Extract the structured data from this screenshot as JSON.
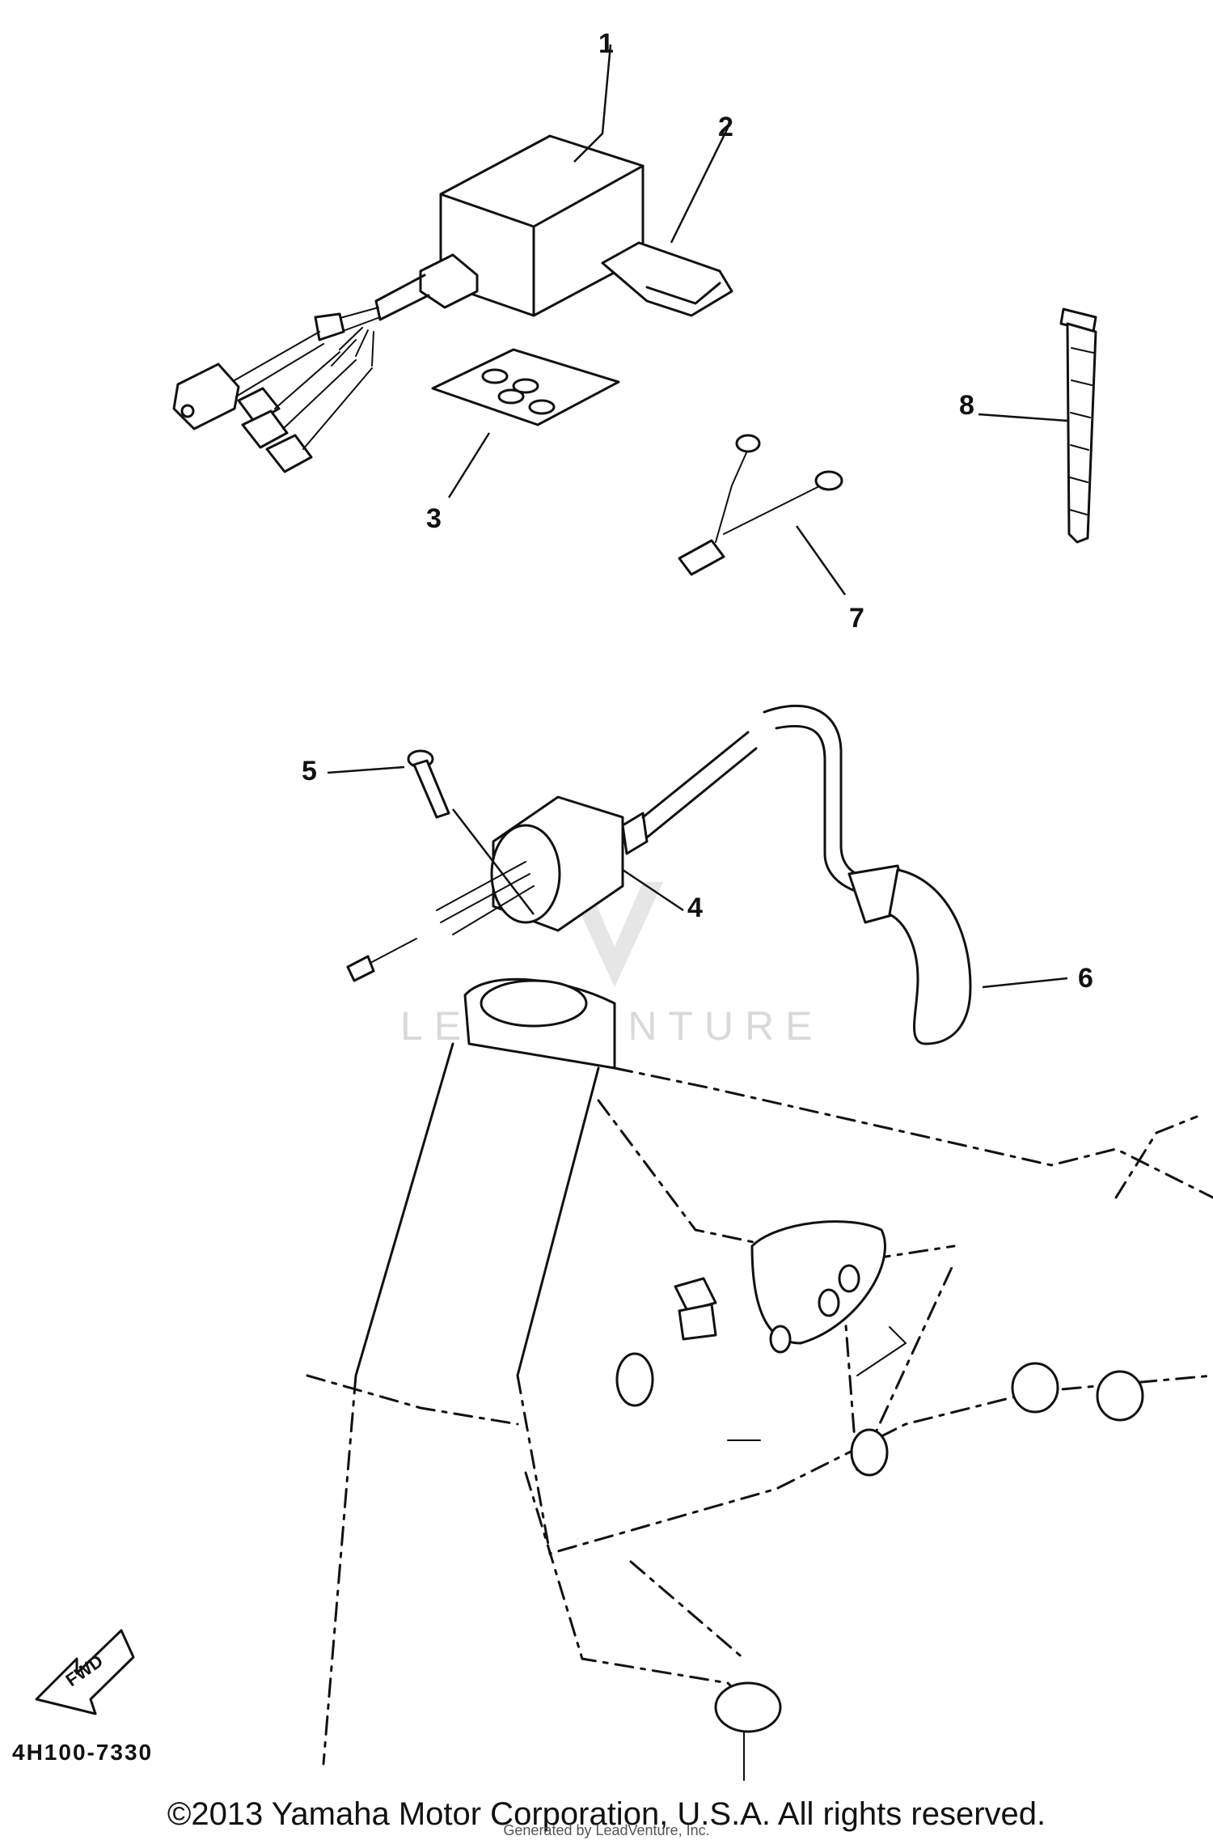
{
  "diagram": {
    "callouts": [
      "1",
      "2",
      "3",
      "4",
      "5",
      "6",
      "7",
      "8"
    ],
    "part_code": "4H100-7330",
    "fwd_label": "FWD",
    "watermark": "LEADVENTURE"
  },
  "footer": {
    "copyright": "©2013 Yamaha Motor Corporation, U.S.A. All rights reserved.",
    "subline": "Generated by LeadVenture, Inc."
  }
}
